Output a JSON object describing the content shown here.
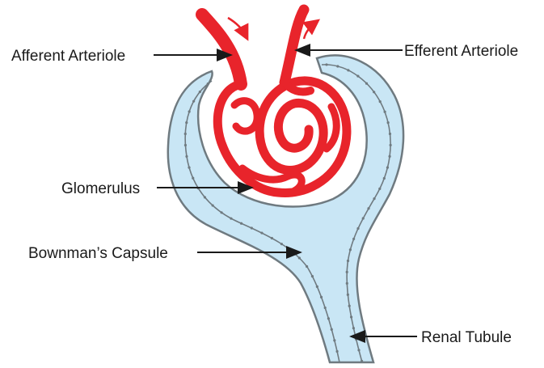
{
  "labels": {
    "afferent": "Afferent Arteriole",
    "efferent": "Efferent Arteriole",
    "glomerulus": "Glomerulus",
    "capsule": "Bownman’s Capsule",
    "tubule": "Renal Tubule"
  },
  "colors": {
    "vessel": "#e8242b",
    "vessel_dark": "#b5161c",
    "capsule_fill": "#c9e6f5",
    "capsule_stroke": "#6f7a80",
    "arrow": "#1a1a1a",
    "flow_arrow": "#e8242b"
  }
}
